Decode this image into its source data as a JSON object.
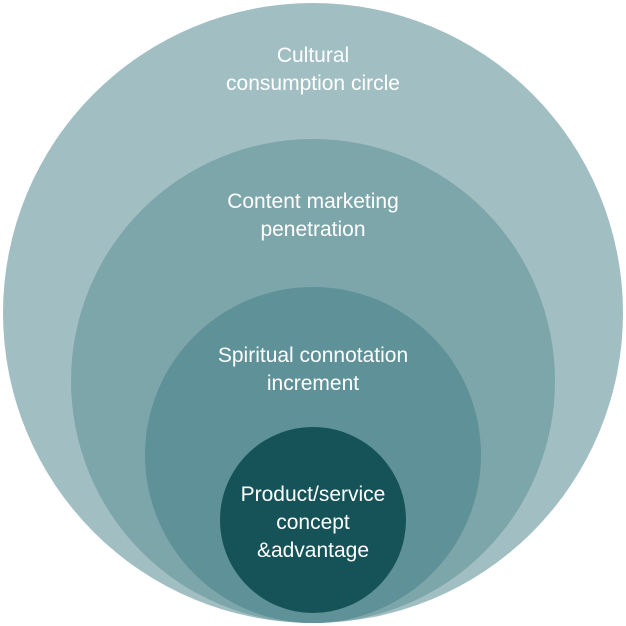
{
  "colors": {
    "outer": "#a1bfc2",
    "second": "#7da6aa",
    "third": "#5f9198",
    "core": "#165358",
    "text": "#ffffff"
  },
  "circles": [
    {
      "name": "cultural-consumption-circle",
      "lines": [
        "Cultural",
        "consumption circle"
      ]
    },
    {
      "name": "content-marketing-penetration",
      "lines": [
        "Content marketing",
        "penetration"
      ]
    },
    {
      "name": "spiritual-connotation-increment",
      "lines": [
        "Spiritual connotation",
        "increment"
      ]
    },
    {
      "name": "product-service-concept-advantage",
      "lines": [
        "Product/service",
        "concept",
        "&advantage"
      ]
    }
  ]
}
